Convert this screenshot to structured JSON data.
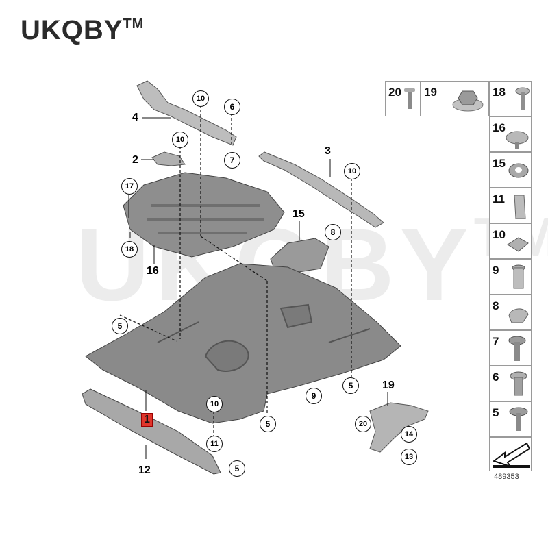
{
  "brand": {
    "name": "UKQBY",
    "trademark": "TM"
  },
  "watermark": {
    "text": "UKQBY",
    "trademark": "TM"
  },
  "callouts": [
    "1",
    "2",
    "3",
    "4",
    "5",
    "5",
    "5",
    "5",
    "6",
    "7",
    "8",
    "9",
    "10",
    "10",
    "10",
    "10",
    "11",
    "12",
    "13",
    "14",
    "15",
    "16",
    "17",
    "18",
    "19",
    "20"
  ],
  "parts_grid": {
    "top_row": [
      "20",
      "19",
      "18"
    ],
    "right_column": [
      "16",
      "15",
      "11",
      "10",
      "9",
      "8",
      "7",
      "6",
      "5"
    ]
  },
  "reference_number": "489353"
}
